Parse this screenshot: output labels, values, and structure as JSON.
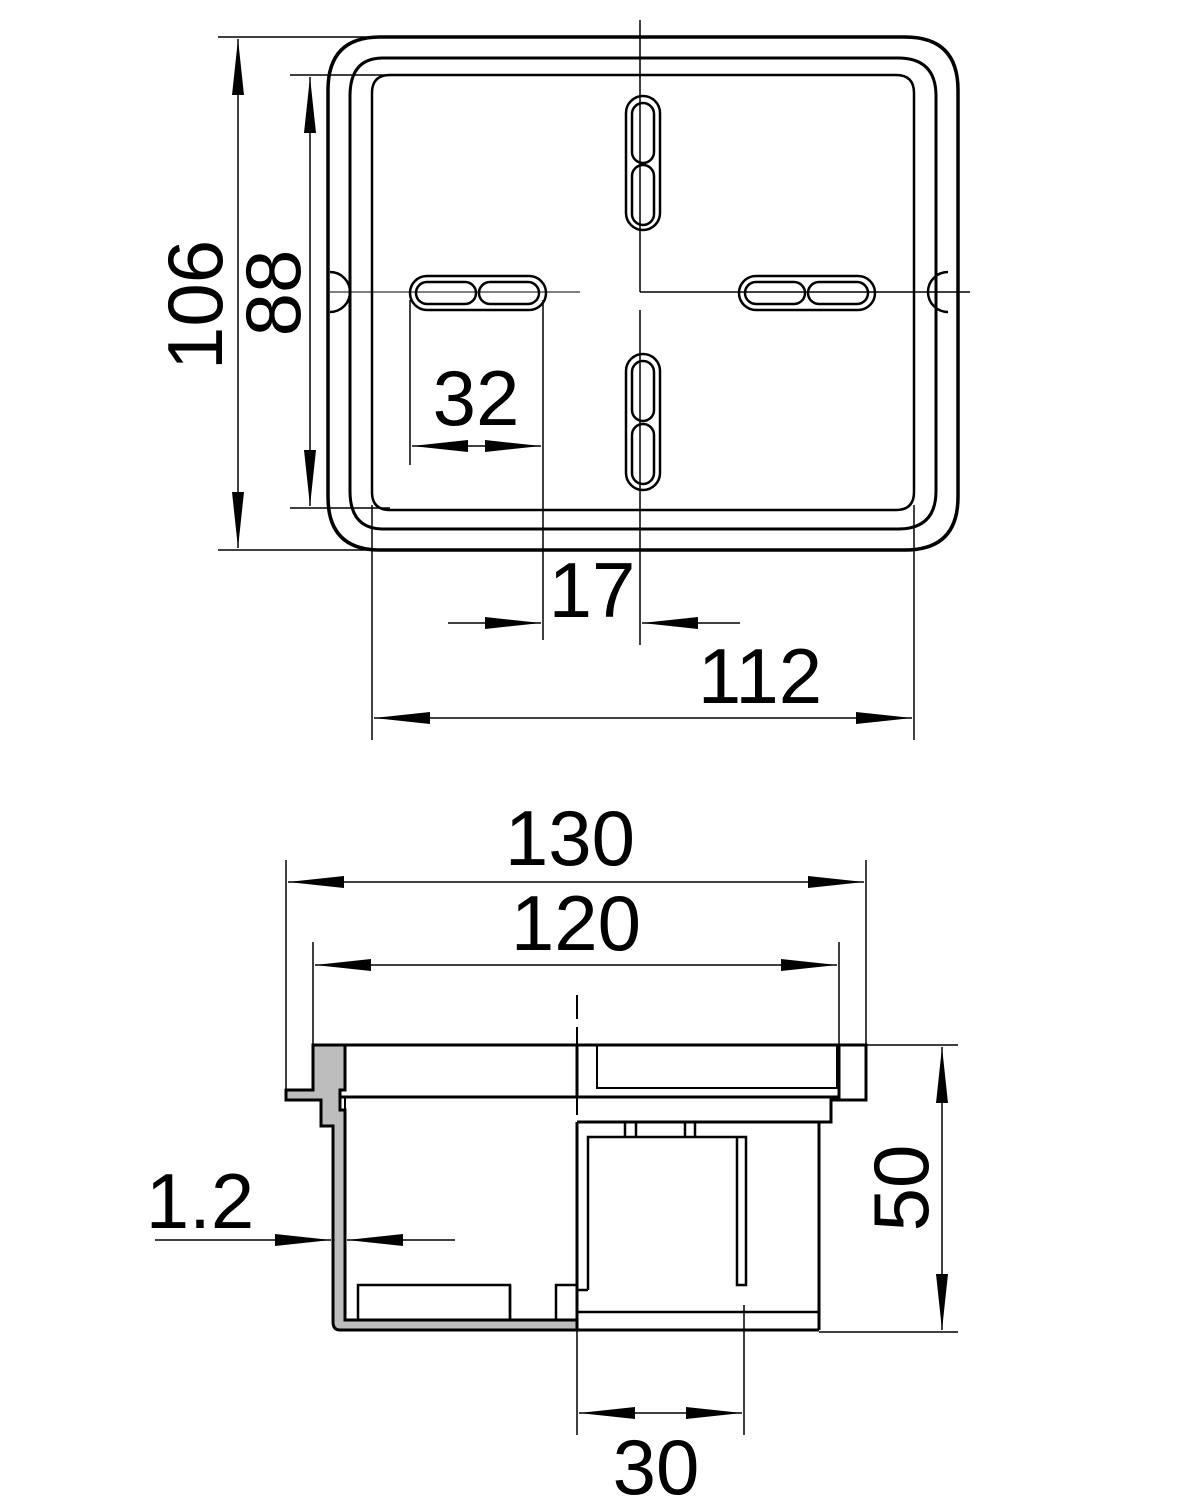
{
  "top_view": {
    "dims": {
      "overall_height": "106",
      "inner_height": "88",
      "slot_length": "32",
      "slot_offset": "17",
      "inner_width": "112"
    }
  },
  "side_view": {
    "dims": {
      "flange_width": "130",
      "lid_width": "120",
      "wall_thickness": "1.2",
      "height": "50",
      "step_width": "30"
    }
  },
  "colors": {
    "line": "#000000",
    "section_fill": "#bdbdbd",
    "background": "#ffffff"
  }
}
